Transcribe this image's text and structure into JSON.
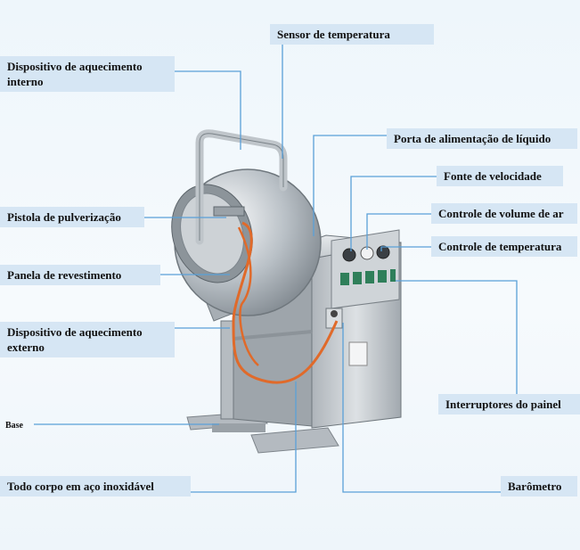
{
  "labels": {
    "sensor_temperatura": "Sensor de temperatura",
    "aquecimento_interno": "Dispositivo de aquecimento interno",
    "porta_liquido": "Porta de alimentação de líquido",
    "fonte_velocidade": "Fonte de velocidade",
    "pistola": "Pistola de pulverização",
    "volume_ar": "Controle de volume de ar",
    "controle_temperatura": "Controle de temperatura",
    "panela": "Panela de revestimento",
    "aquecimento_externo": "Dispositivo de aquecimento externo",
    "interruptores": "Interruptores do painel",
    "base": "Base",
    "corpo_inox": "Todo corpo em aço inoxidável",
    "barometro": "Barômetro"
  },
  "colors": {
    "label_background": "#d6e6f4",
    "leader_line": "#5aa0d8",
    "machine_steel": "#c9ced3",
    "hose_orange": "#e06a2a"
  }
}
